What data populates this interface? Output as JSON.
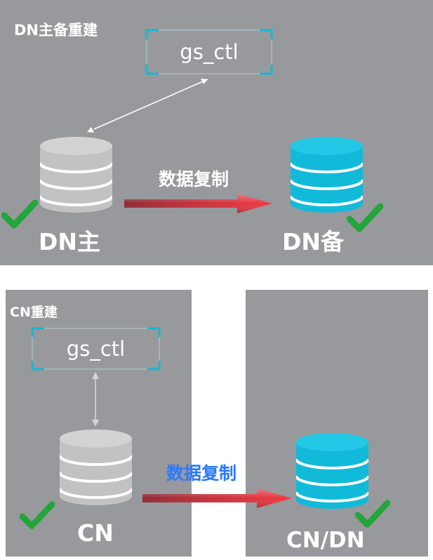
{
  "top_panel": {
    "title": "DN主备重建",
    "tool": "gs_ctl",
    "primary_label": "DN主",
    "standby_label": "DN备",
    "replication_label": "数据复制"
  },
  "bottom_left_panel": {
    "title": "CN重建",
    "tool": "gs_ctl",
    "node_label": "CN",
    "replication_label": "数据复制"
  },
  "bottom_right_panel": {
    "node_label": "CN/DN"
  },
  "colors": {
    "panel_background": "#98999c",
    "tool_frame": "#19b6d3",
    "database_gray": "#c2c2c2",
    "database_cyan": "#12bad9",
    "arrow_red": "#e0313a",
    "check_green": "#22a53a",
    "bottom_replication_text": "#2979ff"
  },
  "icons": [
    "database-icon",
    "check-icon",
    "double-arrow-icon",
    "replication-arrow-icon"
  ]
}
